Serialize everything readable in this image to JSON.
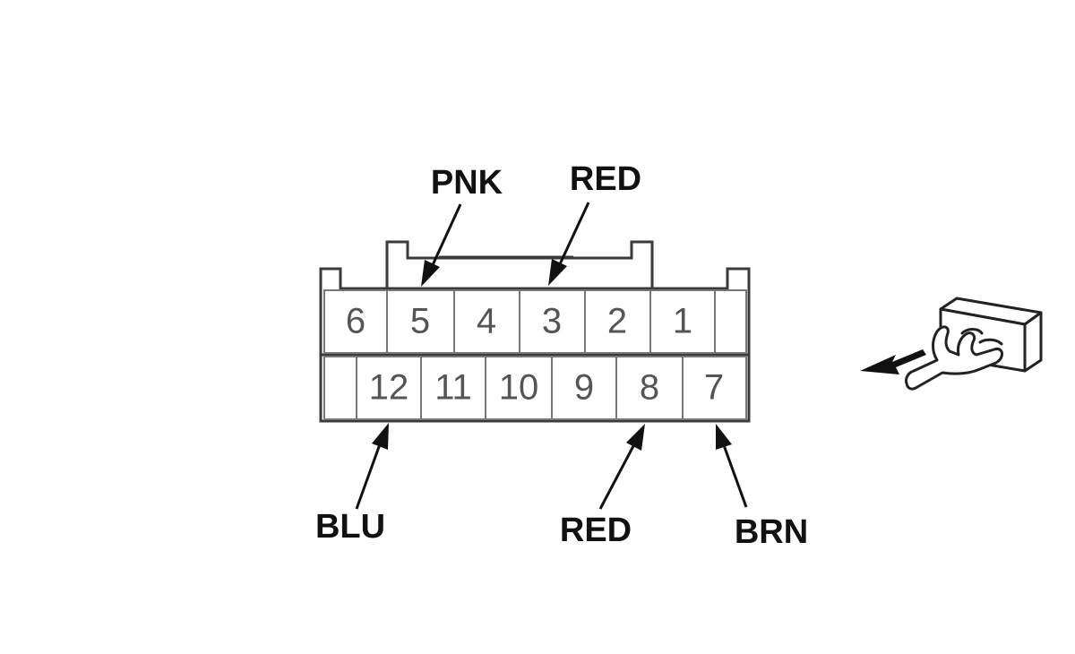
{
  "connector": {
    "top_row": [
      "6",
      "5",
      "4",
      "3",
      "2",
      "1"
    ],
    "bottom_row": [
      "12",
      "11",
      "10",
      "9",
      "8",
      "7"
    ]
  },
  "callouts": {
    "pin5": "PNK",
    "pin3": "RED",
    "pin12": "BLU",
    "pin8": "RED",
    "pin7": "BRN"
  },
  "view_icon": "hand-pushing-connector-icon"
}
